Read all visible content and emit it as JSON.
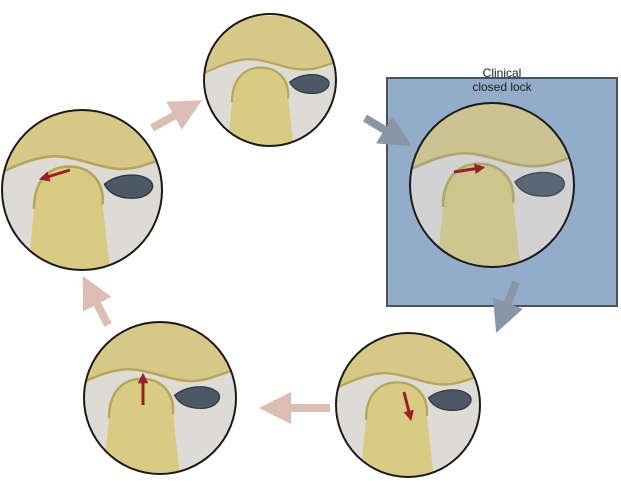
{
  "highlight": {
    "label_line1": "Clinical",
    "label_line2": "closed lock",
    "fill": "#93acc9",
    "border": "#4a525c"
  },
  "colors": {
    "bone": "#d9cc82",
    "bone_dark": "#b6a65a",
    "skull": "#d8c887",
    "disc": "#4c5866",
    "arrow_red": "#9a1f2a",
    "flow_arrow": "#dbbfb4",
    "flow_arrow_active": "#8a96a6",
    "background_tissue": "#dedbd4"
  },
  "stages": [
    {
      "id": "top",
      "condyle_arrow": "none",
      "disc": "anterior-displaced"
    },
    {
      "id": "right-clinical-closed-lock",
      "condyle_arrow": "forward",
      "disc": "anterior-displaced",
      "highlighted": true
    },
    {
      "id": "bottom-right",
      "condyle_arrow": "down",
      "disc": "anterior-displaced"
    },
    {
      "id": "bottom-left",
      "condyle_arrow": "up",
      "disc": "anterior-displaced"
    },
    {
      "id": "left",
      "condyle_arrow": "backward",
      "disc": "anterior-displaced"
    }
  ],
  "cycle": [
    "top",
    "right-clinical-closed-lock",
    "bottom-right",
    "bottom-left",
    "left"
  ]
}
